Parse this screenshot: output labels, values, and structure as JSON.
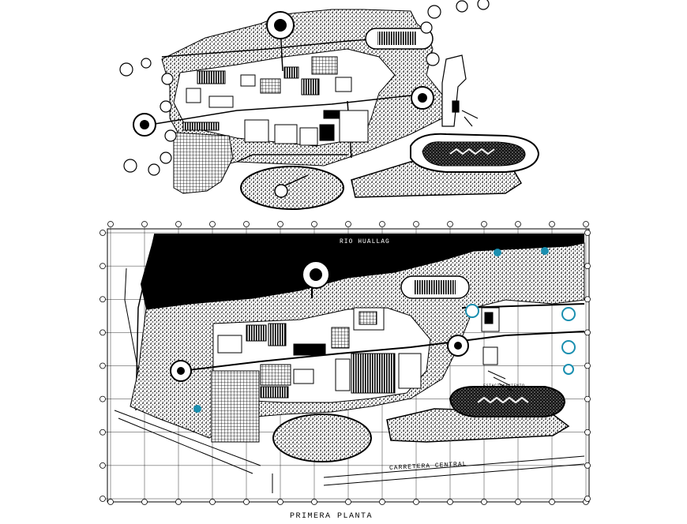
{
  "colors": {
    "ink": "#000000",
    "paper": "#ffffff",
    "accent": "#1a8fb0"
  },
  "upper_plan": {
    "name": "upper site plan (elevated view)",
    "labels": []
  },
  "lower_plan": {
    "river_label": "RIO HUALLAG",
    "road_label": "CARRETERA CENTRAL",
    "parking_label": "ESTACIONAMIENTO",
    "grid_bubble_count": 15
  },
  "caption": {
    "title": "PRIMERA PLANTA"
  }
}
